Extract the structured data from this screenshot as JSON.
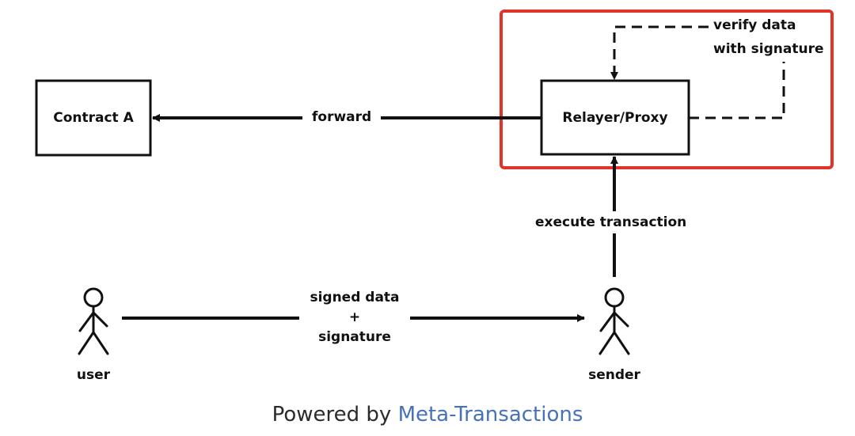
{
  "nodes": {
    "contract_a": "Contract A",
    "relayer_proxy": "Relayer/Proxy"
  },
  "actors": {
    "user": "user",
    "sender": "sender"
  },
  "edges": {
    "forward": "forward",
    "execute_transaction": "execute transaction",
    "verify_line1": "verify data",
    "verify_line2": "with signature",
    "signed_line1": "signed data",
    "signed_line2": "+",
    "signed_line3": "signature"
  },
  "footer": {
    "prefix": "Powered by",
    "link": "Meta-Transactions"
  },
  "colors": {
    "highlight": "#e0342a",
    "link": "#4672b8",
    "stroke": "#111111"
  }
}
